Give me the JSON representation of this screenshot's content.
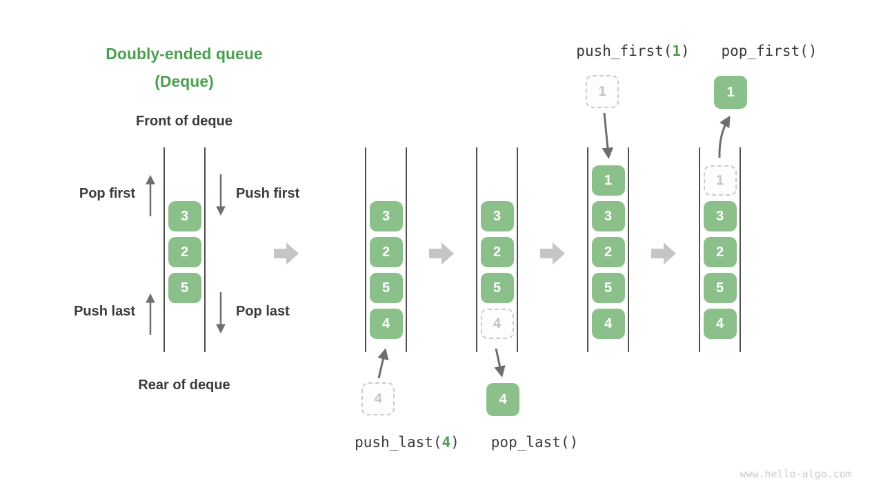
{
  "title": {
    "line1": "Doubly-ended queue",
    "line2": "(Deque)"
  },
  "front_label": "Front of deque",
  "rear_label": "Rear of deque",
  "side_labels": {
    "pop_first": "Pop first",
    "push_first": "Push first",
    "push_last": "Push last",
    "pop_last": "Pop last"
  },
  "operations": {
    "push_first": {
      "prefix": "push_first(",
      "arg": "1",
      "suffix": ")"
    },
    "pop_first": {
      "label": "pop_first()"
    },
    "push_last": {
      "prefix": "push_last(",
      "arg": "4",
      "suffix": ")"
    },
    "pop_last": {
      "label": "pop_last()"
    }
  },
  "pillars": [
    {
      "name": "deque-initial",
      "cells": [
        {
          "value": "3",
          "row": 1
        },
        {
          "value": "2",
          "row": 2
        },
        {
          "value": "5",
          "row": 3
        }
      ]
    },
    {
      "name": "deque-after-push-last",
      "cells": [
        {
          "value": "3",
          "row": 1
        },
        {
          "value": "2",
          "row": 2
        },
        {
          "value": "5",
          "row": 3
        },
        {
          "value": "4",
          "row": 4
        }
      ]
    },
    {
      "name": "deque-after-pop-last",
      "cells": [
        {
          "value": "3",
          "row": 1
        },
        {
          "value": "2",
          "row": 2
        },
        {
          "value": "5",
          "row": 3
        },
        {
          "value": "4",
          "row": 4,
          "ghost": true
        }
      ]
    },
    {
      "name": "deque-after-push-first",
      "cells": [
        {
          "value": "1",
          "row": 0
        },
        {
          "value": "3",
          "row": 1
        },
        {
          "value": "2",
          "row": 2
        },
        {
          "value": "5",
          "row": 3
        },
        {
          "value": "4",
          "row": 4
        }
      ]
    },
    {
      "name": "deque-after-pop-first",
      "cells": [
        {
          "value": "1",
          "row": 0,
          "ghost": true
        },
        {
          "value": "3",
          "row": 1
        },
        {
          "value": "2",
          "row": 2
        },
        {
          "value": "5",
          "row": 3
        },
        {
          "value": "4",
          "row": 4
        }
      ]
    }
  ],
  "floating_cells": [
    {
      "name": "push-last-input-cell",
      "value": "4",
      "ghost": true
    },
    {
      "name": "pop-last-output-cell",
      "value": "4",
      "ghost": false
    },
    {
      "name": "push-first-input-cell",
      "value": "1",
      "ghost": true
    },
    {
      "name": "pop-first-output-cell",
      "value": "1",
      "ghost": false
    }
  ],
  "watermark": "www.hello-algo.com",
  "colors": {
    "title_green": "#4C9F50",
    "cell_green": "#8CC08A",
    "cell_text": "#FFFFFF",
    "ghost_border": "#CBCBCB",
    "ghost_text": "#C4C4C4",
    "label_dark": "#3A3A3A",
    "thin_arrow": "#6E6E6E",
    "block_arrow": "#C5C5C5",
    "pillar_line": "#4E4E4E",
    "op_arg_green": "#4C9F50",
    "watermark_gray": "#CBCBCB"
  }
}
